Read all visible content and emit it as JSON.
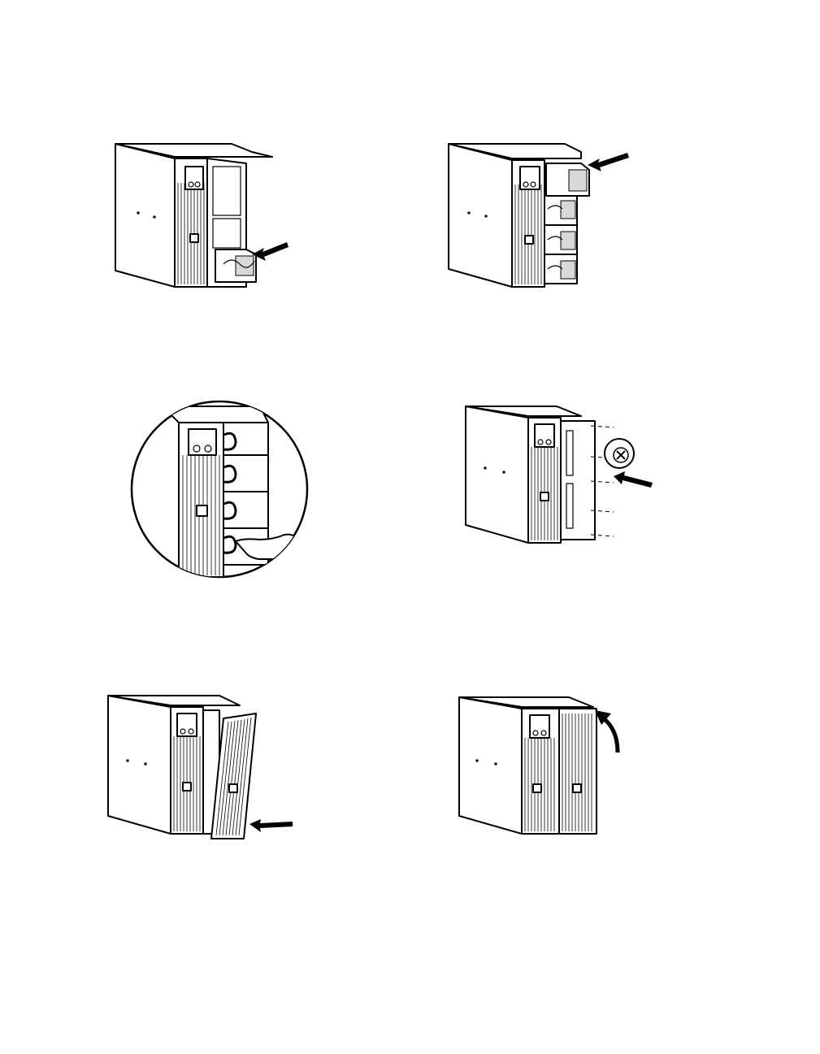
{
  "figure": {
    "panels": [
      {
        "id": "step-1",
        "action": "insert-bottom-battery-module",
        "arrow": "pointing-left"
      },
      {
        "id": "step-2",
        "action": "insert-top-battery-module",
        "arrow": "pointing-left"
      },
      {
        "id": "step-3",
        "action": "connect-battery-connectors",
        "detail": "magnified-circle"
      },
      {
        "id": "step-4",
        "action": "attach-bracket-with-screws",
        "icon": "phillips-screw"
      },
      {
        "id": "step-5",
        "action": "attach-front-bezel",
        "arrow": "pointing-left"
      },
      {
        "id": "step-6",
        "action": "rotate-bezel-into-place",
        "arrow": "curved-up"
      }
    ],
    "colors": {
      "line": "#000000",
      "fill": "#ffffff",
      "shade": "#d8d8d8"
    }
  }
}
